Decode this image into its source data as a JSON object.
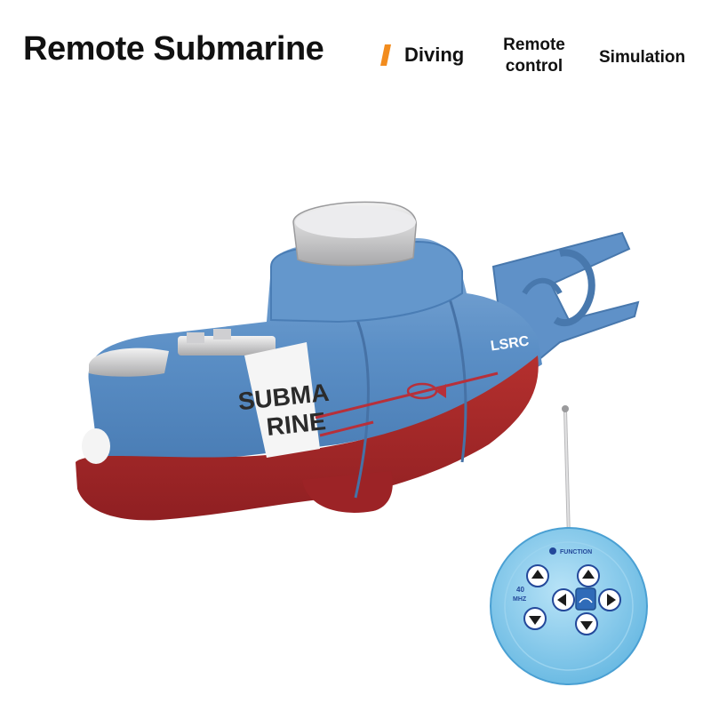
{
  "header": {
    "title": "Remote Submarine",
    "tags": {
      "diving": "Diving",
      "remote_line1": "Remote",
      "remote_line2": "control",
      "simulation": "Simulation"
    },
    "accent_color": "#f28c1e"
  },
  "product": {
    "hull_text_line1": "SUBMA",
    "hull_text_line2": "RINE",
    "brand_mark": "LSRC",
    "colors": {
      "hull_blue": "#5b8fc6",
      "hull_red": "#a8262a",
      "remote_blue": "#7fc7ec"
    },
    "remote": {
      "function_label": "FUNCTION",
      "freq_line1": "40",
      "freq_line2": "MHZ"
    }
  }
}
